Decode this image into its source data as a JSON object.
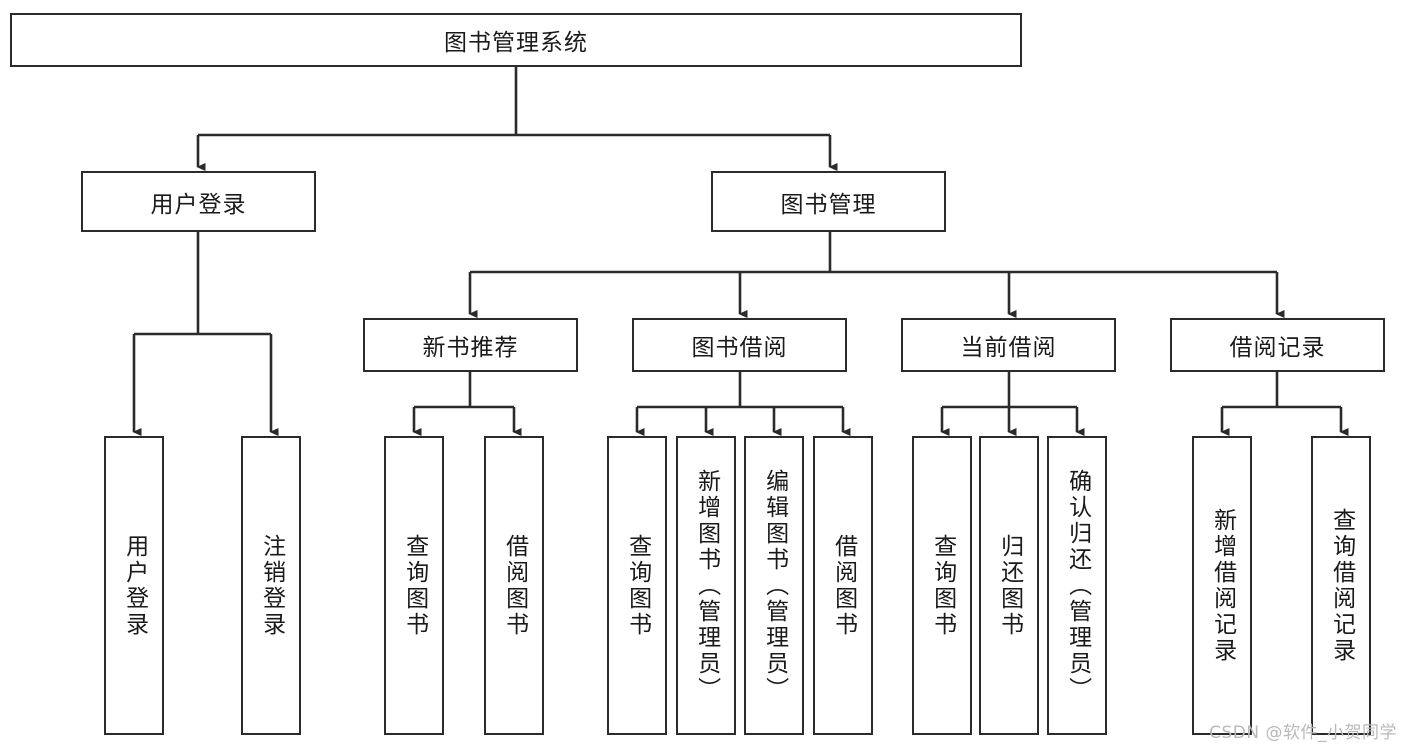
{
  "diagram": {
    "type": "tree",
    "title": "图书管理系统",
    "watermark": "CSDN @软件_小贺同学",
    "colors": {
      "border": "#2b2b2b",
      "text": "#1a1a1a",
      "background": "#ffffff",
      "watermark": "#b9b9b9"
    },
    "nodes": {
      "root": {
        "label": "图书管理系统",
        "level": 1
      },
      "l2_1": {
        "label": "用户登录",
        "level": 2
      },
      "l2_2": {
        "label": "图书管理",
        "level": 2
      },
      "l3_1": {
        "label": "新书推荐",
        "level": 3
      },
      "l3_2": {
        "label": "图书借阅",
        "level": 3
      },
      "l3_3": {
        "label": "当前借阅",
        "level": 3
      },
      "l3_4": {
        "label": "借阅记录",
        "level": 3
      },
      "leaf_1": {
        "label": "用户登录",
        "level": 4
      },
      "leaf_2": {
        "label": "注销登录",
        "level": 4
      },
      "leaf_3": {
        "label": "查询图书",
        "level": 4
      },
      "leaf_4": {
        "label": "借阅图书",
        "level": 4
      },
      "leaf_5": {
        "label": "查询图书",
        "level": 4
      },
      "leaf_6": {
        "label": "新增图书（管理员）",
        "level": 4
      },
      "leaf_7": {
        "label": "编辑图书（管理员）",
        "level": 4
      },
      "leaf_8": {
        "label": "借阅图书",
        "level": 4
      },
      "leaf_9": {
        "label": "查询图书",
        "level": 4
      },
      "leaf_10": {
        "label": "归还图书",
        "level": 4
      },
      "leaf_11": {
        "label": "确认归还（管理员）",
        "level": 4
      },
      "leaf_12": {
        "label": "新增借阅记录",
        "level": 4
      },
      "leaf_13": {
        "label": "查询借阅记录",
        "level": 4
      }
    },
    "edges": [
      {
        "from": "root",
        "to": "l2_1"
      },
      {
        "from": "root",
        "to": "l2_2"
      },
      {
        "from": "l2_2",
        "to": "l3_1"
      },
      {
        "from": "l2_2",
        "to": "l3_2"
      },
      {
        "from": "l2_2",
        "to": "l3_3"
      },
      {
        "from": "l2_2",
        "to": "l3_4"
      },
      {
        "from": "l2_1",
        "to": "leaf_1"
      },
      {
        "from": "l2_1",
        "to": "leaf_2"
      },
      {
        "from": "l3_1",
        "to": "leaf_3"
      },
      {
        "from": "l3_1",
        "to": "leaf_4"
      },
      {
        "from": "l3_2",
        "to": "leaf_5"
      },
      {
        "from": "l3_2",
        "to": "leaf_6"
      },
      {
        "from": "l3_2",
        "to": "leaf_7"
      },
      {
        "from": "l3_2",
        "to": "leaf_8"
      },
      {
        "from": "l3_3",
        "to": "leaf_9"
      },
      {
        "from": "l3_3",
        "to": "leaf_10"
      },
      {
        "from": "l3_3",
        "to": "leaf_11"
      },
      {
        "from": "l3_4",
        "to": "leaf_12"
      },
      {
        "from": "l3_4",
        "to": "leaf_13"
      }
    ]
  }
}
